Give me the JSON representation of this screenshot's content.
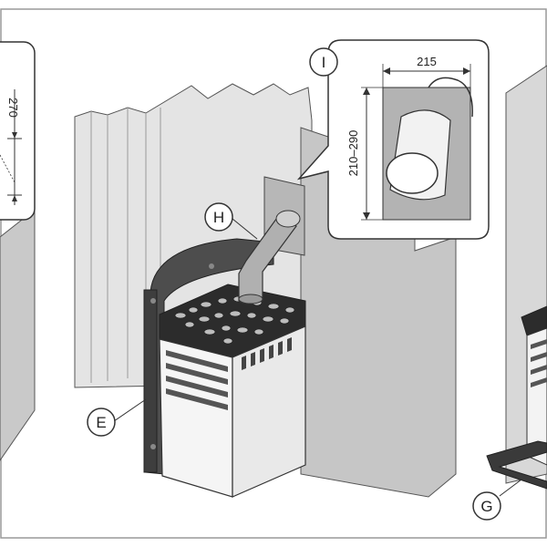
{
  "callouts": {
    "e": "E",
    "g": "G",
    "h": "H",
    "i": "I"
  },
  "dimensions": {
    "plate_width": "215",
    "plate_height": "210–290",
    "left_height": "270"
  },
  "colors": {
    "wall": "#c9c9c9",
    "wall_light": "#e2e2e2",
    "wall_mid": "#bdbdbd",
    "stove_dark": "#4a4a4a",
    "stove_body": "#f4f4f4",
    "stone": "#2e2e2e",
    "pipe": "#a9a9a9",
    "plate": "#b5b5b5",
    "outline": "#333333"
  }
}
